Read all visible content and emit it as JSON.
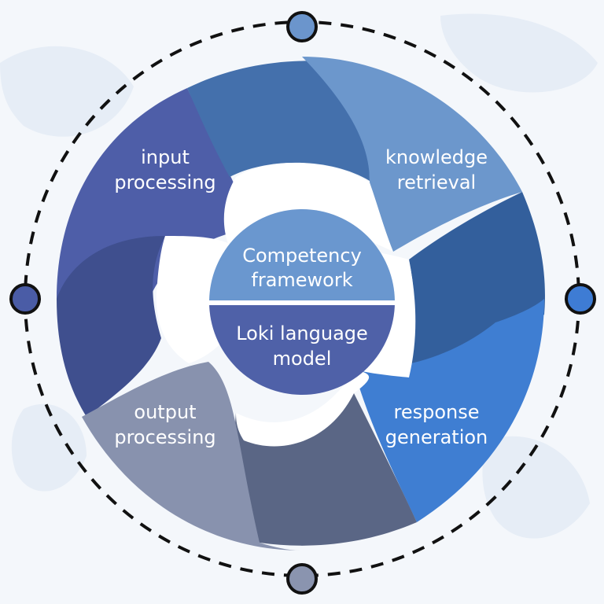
{
  "diagram": {
    "segments": [
      {
        "line1": "input",
        "line2": "processing",
        "color": "#4e5ea8",
        "tail_color": "#3f4f8e"
      },
      {
        "line1": "knowledge",
        "line2": "retrieval",
        "color": "#6c97cc",
        "tail_color": "#4470ac"
      },
      {
        "line1": "response",
        "line2": "generation",
        "color": "#3f7ed2",
        "tail_color": "#335f9c"
      },
      {
        "line1": "output",
        "line2": "processing",
        "color": "#8892ae",
        "tail_color": "#5a6685"
      }
    ],
    "hub": {
      "top_line1": "Competency",
      "top_line2": "framework",
      "top_color": "#6a97cf",
      "bottom_line1": "Loki language",
      "bottom_line2": "model",
      "bottom_color": "#4f61a8"
    },
    "ring_nodes": [
      {
        "position": "top",
        "color": "#6b95cc"
      },
      {
        "position": "right",
        "color": "#3e7cd4"
      },
      {
        "position": "bottom",
        "color": "#8a94af"
      },
      {
        "position": "left",
        "color": "#4a5ca6"
      }
    ]
  }
}
